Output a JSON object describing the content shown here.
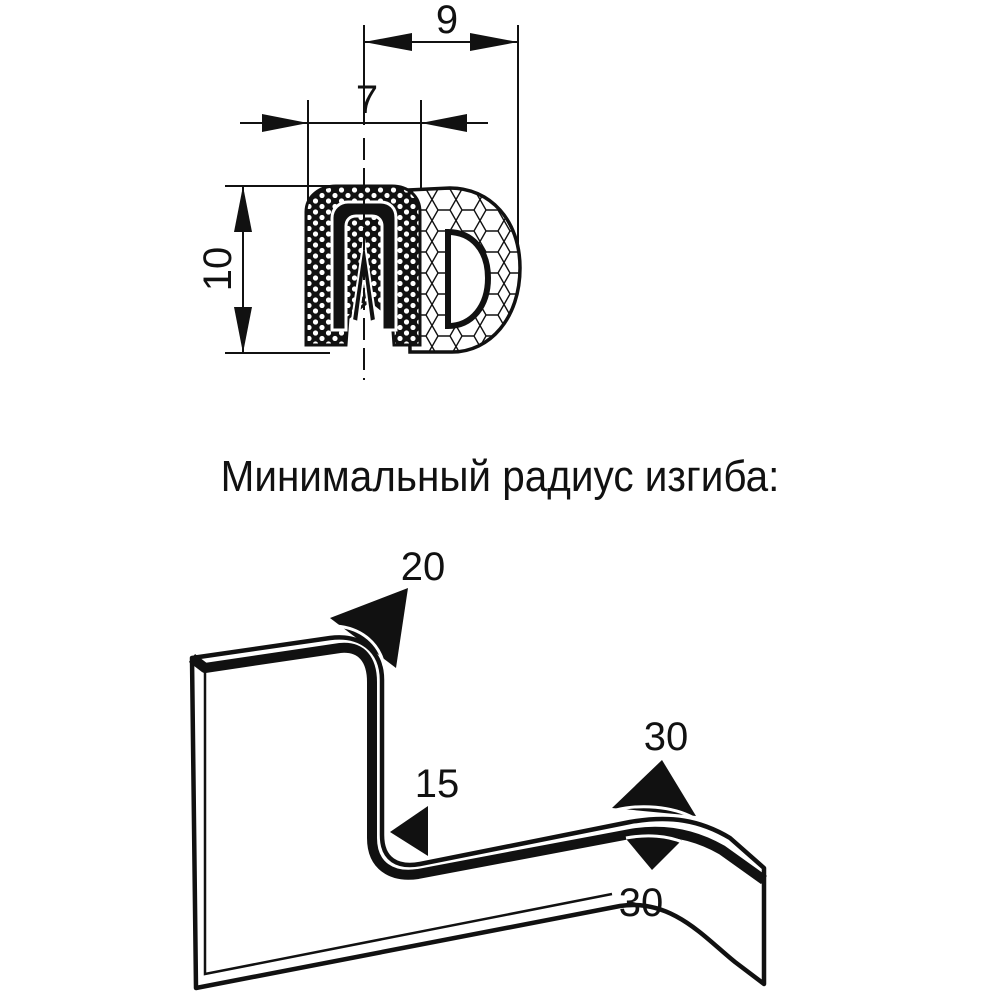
{
  "profile": {
    "width_label": "9",
    "gap_label": "7",
    "height_label": "10"
  },
  "caption": "Минимальный радиус изгиба:",
  "bend": {
    "top_radius": "20",
    "inner_radius": "15",
    "outer_top_radius": "30",
    "outer_bottom_radius": "30"
  },
  "colors": {
    "ink": "#111111",
    "paper": "#ffffff"
  }
}
